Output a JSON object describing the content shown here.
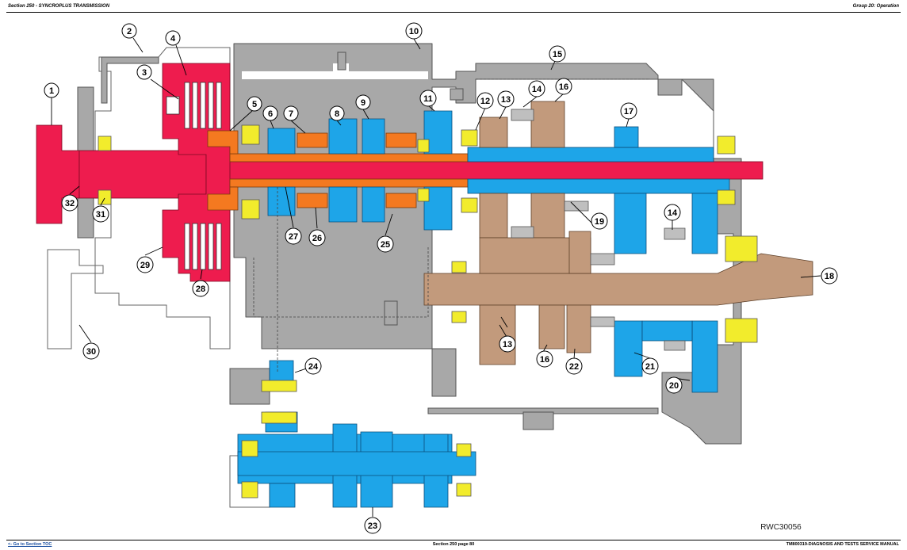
{
  "header": {
    "left": "Section 250 - SYNCROPLUS TRANSMISSION",
    "right": "Group 20: Operation"
  },
  "footer": {
    "left": "<- Go to Section TOC",
    "center": "Section 250 page 80",
    "right": "TM800319-DIAGNOSIS AND TESTS SERVICE MANUAL"
  },
  "figure": {
    "id": "RWC30056",
    "callouts": [
      "1",
      "2",
      "3",
      "4",
      "5",
      "6",
      "7",
      "8",
      "9",
      "10",
      "11",
      "12",
      "13",
      "14",
      "15",
      "16",
      "17",
      "18",
      "19",
      "20",
      "21",
      "22",
      "23",
      "24",
      "25",
      "26",
      "27",
      "28",
      "29",
      "30",
      "31",
      "32"
    ]
  },
  "colors": {
    "housing": "#a8a8a8",
    "housing_stroke": "#555555",
    "input_shaft": "#ee1c4e",
    "clutch_shaft": "#f47920",
    "gears_blue": "#1ea5e8",
    "output_shaft": "#c29a7c",
    "bearings": "#f2ec2c",
    "synchro": "#bfbfbf"
  }
}
